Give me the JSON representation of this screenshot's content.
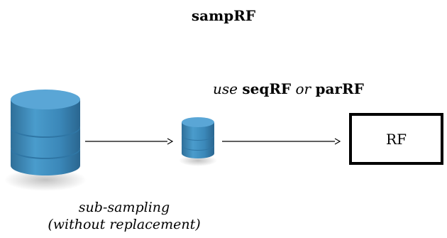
{
  "title": "sampRF",
  "method": {
    "use": "use",
    "option_a": "seqRF",
    "or": "or",
    "option_b": "parRF"
  },
  "caption": {
    "line1": "sub-sampling",
    "line2": "(without replacement)"
  },
  "rf_box": {
    "label": "RF"
  },
  "icons": {
    "large": "database-icon",
    "small": "database-icon"
  },
  "colors": {
    "database": "#3d8ec0",
    "database_top": "#62abd7",
    "border": "#000000"
  }
}
